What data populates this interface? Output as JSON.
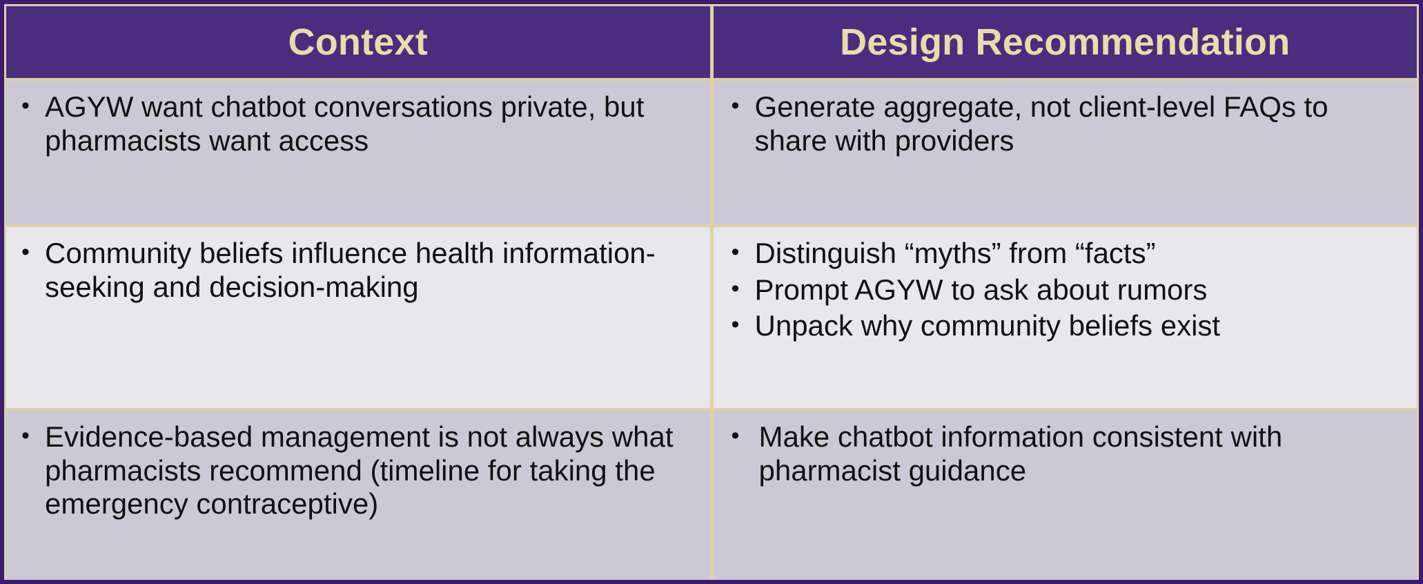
{
  "table": {
    "columns": [
      {
        "header": "Context"
      },
      {
        "header": "Design Recommendation"
      }
    ],
    "rows": [
      {
        "context": [
          "AGYW want chatbot conversations private, but pharmacists want access"
        ],
        "recommendation": [
          "Generate aggregate, not client-level FAQs to share with providers"
        ]
      },
      {
        "context": [
          "Community beliefs influence health information-seeking and decision-making"
        ],
        "recommendation": [
          "Distinguish “myths” from “facts”",
          "Prompt AGYW to ask about rumors",
          "Unpack why community beliefs exist"
        ]
      },
      {
        "context": [
          "Evidence-based management is not always what pharmacists recommend (timeline for taking the emergency contraceptive)"
        ],
        "recommendation": [
          "Make chatbot information consistent with pharmacist guidance"
        ]
      }
    ],
    "bullet_glyph": "•",
    "colors": {
      "header_background": "#4a2d7e",
      "header_text": "#e9dcab",
      "outer_border": "#3e1a70",
      "divider": "#ded2a4",
      "row_shaded": "#ccc9d7",
      "row_plain": "#e8e7ec",
      "body_text": "#111111"
    }
  }
}
